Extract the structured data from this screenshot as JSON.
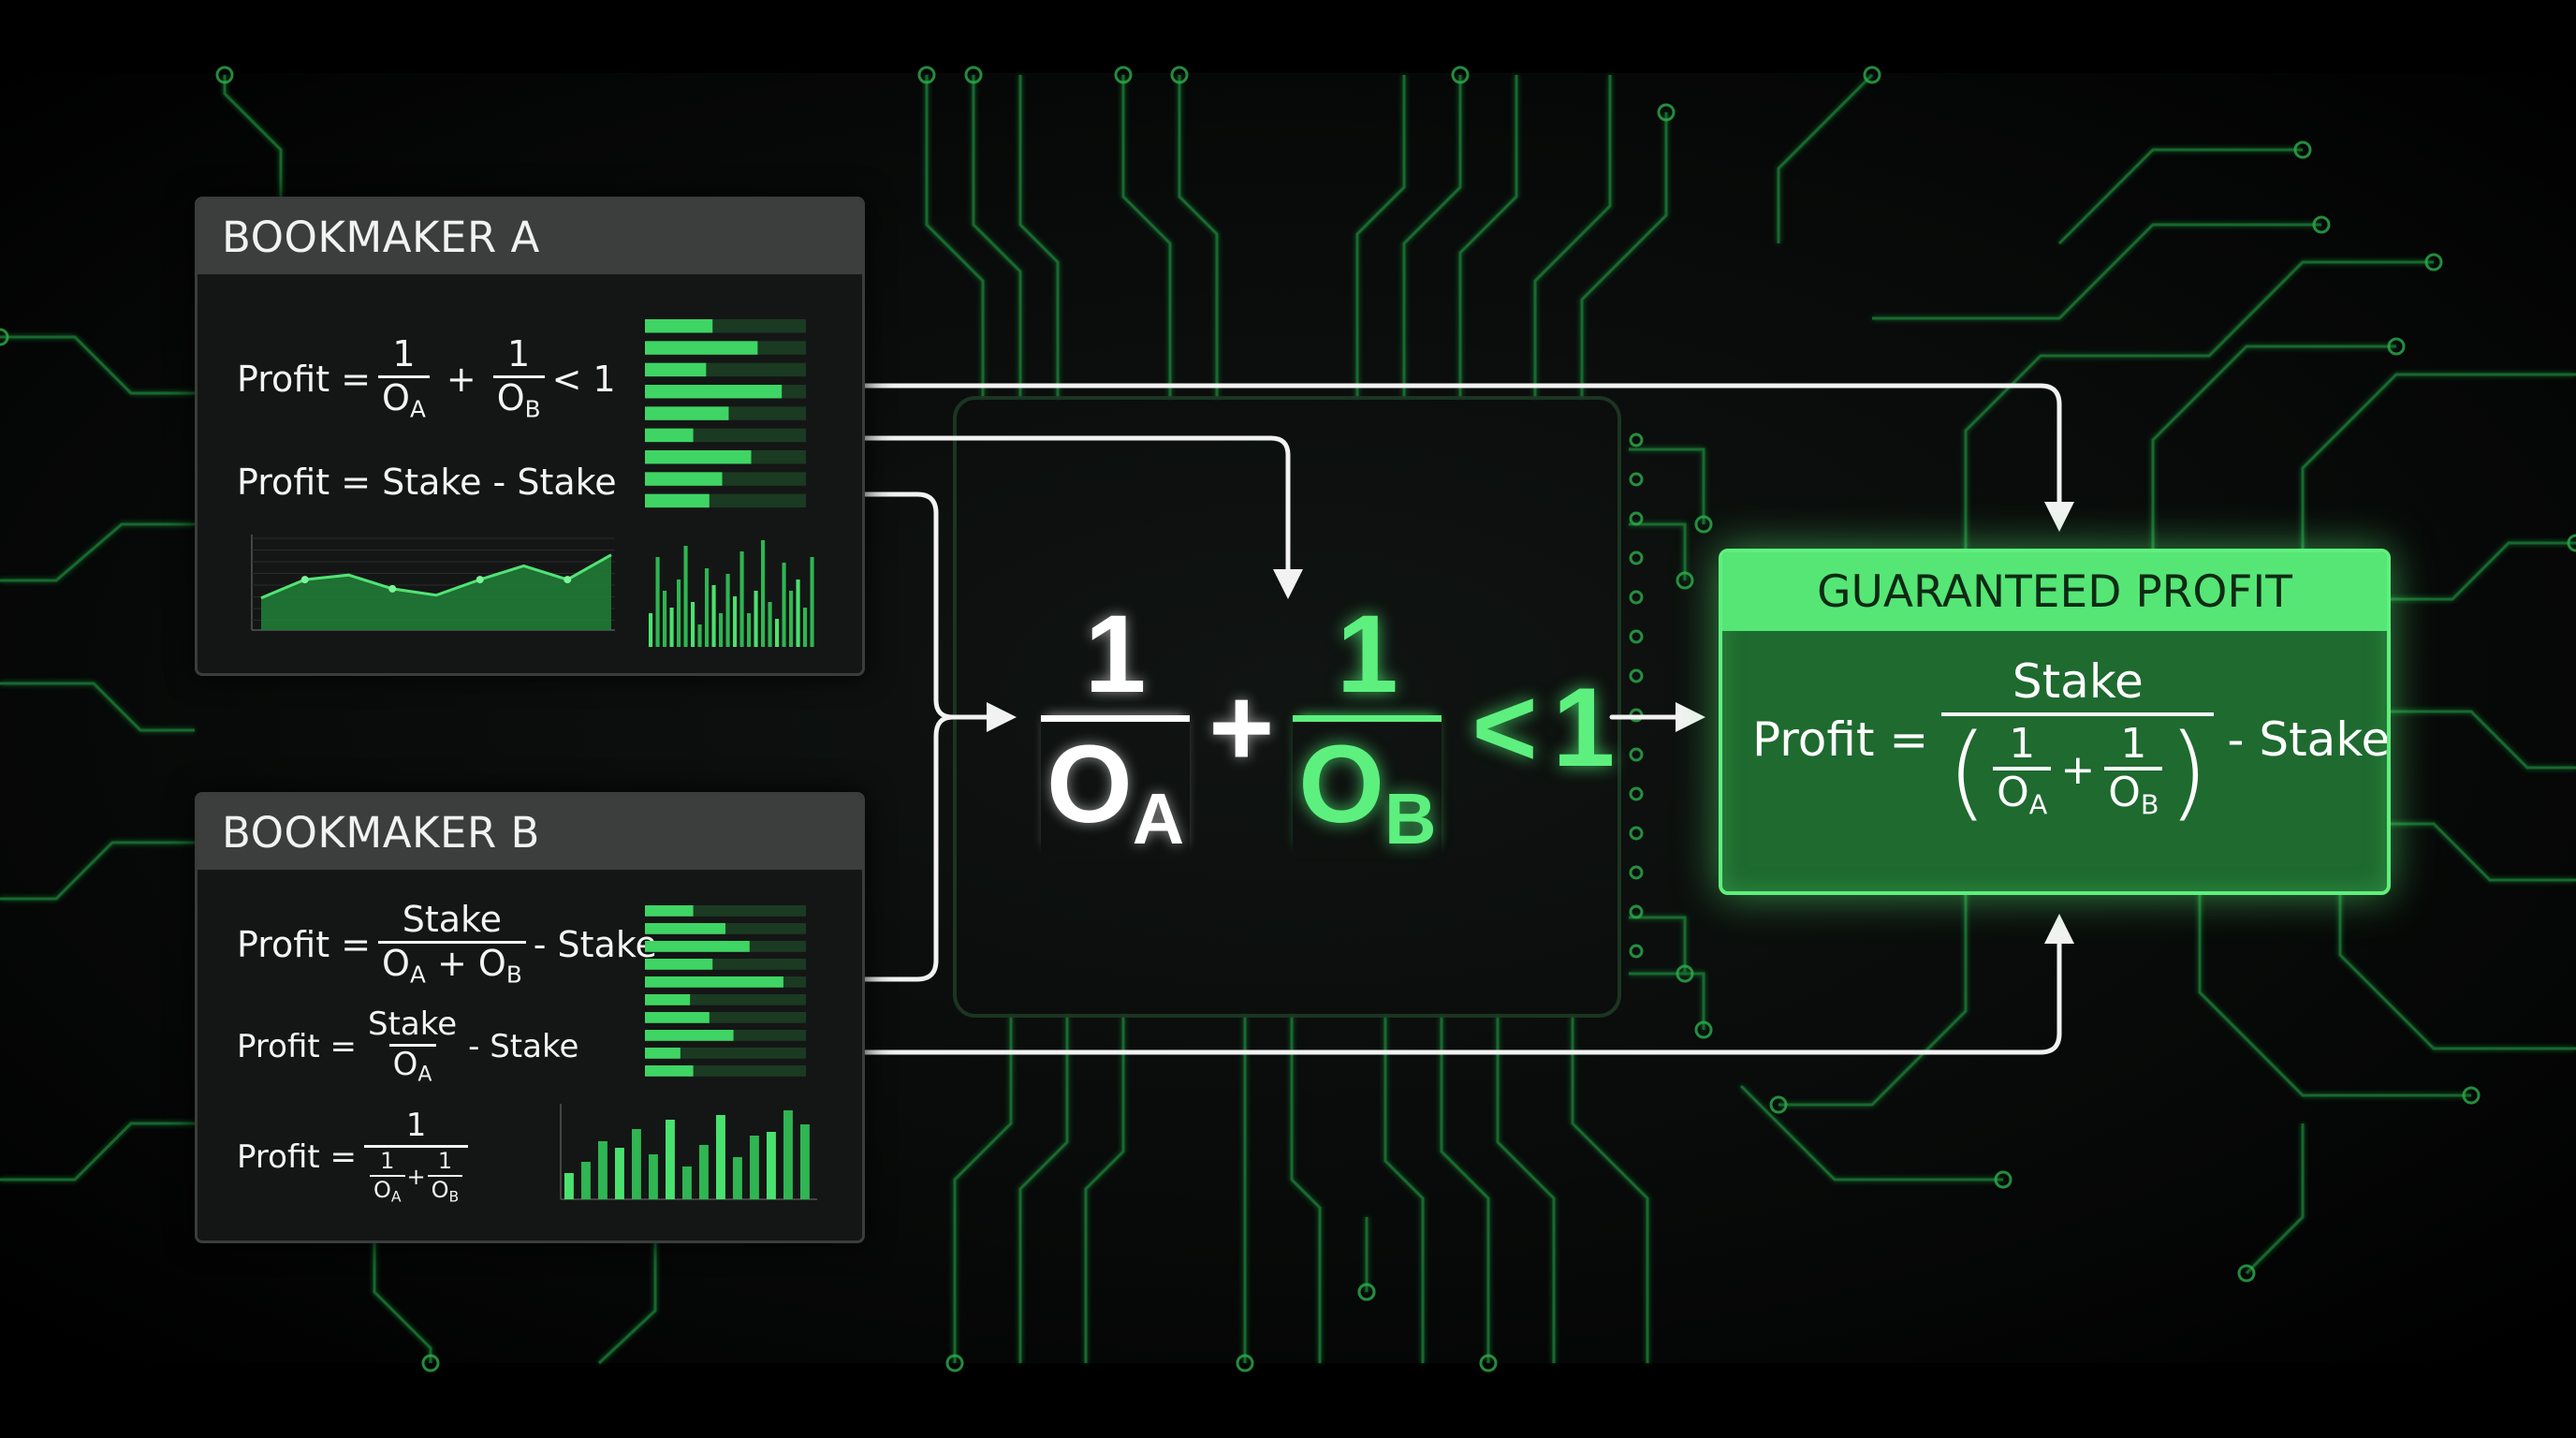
{
  "bookmaker_a": {
    "title": "BOOKMAKER A",
    "formula1": {
      "label": "Profit =",
      "n1": "1",
      "d1": "O",
      "d1_sub": "A",
      "plus": "+",
      "n2": "1",
      "d2": "O",
      "d2_sub": "B",
      "tail": "< 1"
    },
    "formula2": "Profit = Stake - Stake"
  },
  "bookmaker_b": {
    "title": "BOOKMAKER B",
    "formula1": {
      "label": "Profit =",
      "num": "Stake",
      "den_a": "O",
      "den_a_sub": "A",
      "den_plus": "+",
      "den_b": "O",
      "den_b_sub": "B",
      "tail": "- Stake"
    },
    "formula2": {
      "label": "Profit =",
      "num": "Stake",
      "den": "O",
      "den_sub": "A",
      "tail": "- Stake"
    },
    "formula3": {
      "label": "Profit =",
      "num": "1",
      "n1": "1",
      "d1": "O",
      "d1_sub": "A",
      "plus": "+",
      "n2": "1",
      "d2": "O",
      "d2_sub": "B"
    }
  },
  "center_formula": {
    "n1": "1",
    "d1": "O",
    "d1_sub": "A",
    "plus": "+",
    "n2": "1",
    "d2": "O",
    "d2_sub": "B",
    "lt": "<",
    "one": "1"
  },
  "guaranteed": {
    "title": "GUARANTEED PROFIT",
    "label": "Profit =",
    "num": "Stake",
    "n1": "1",
    "d1": "O",
    "d1_sub": "A",
    "plus": "+",
    "n2": "1",
    "d2": "O",
    "d2_sub": "B",
    "tail": "- Stake"
  },
  "colors": {
    "accent": "#5df07f",
    "circuit": "#1f8a3a",
    "panel": "#141615",
    "panel_head": "#3b3e3d"
  }
}
